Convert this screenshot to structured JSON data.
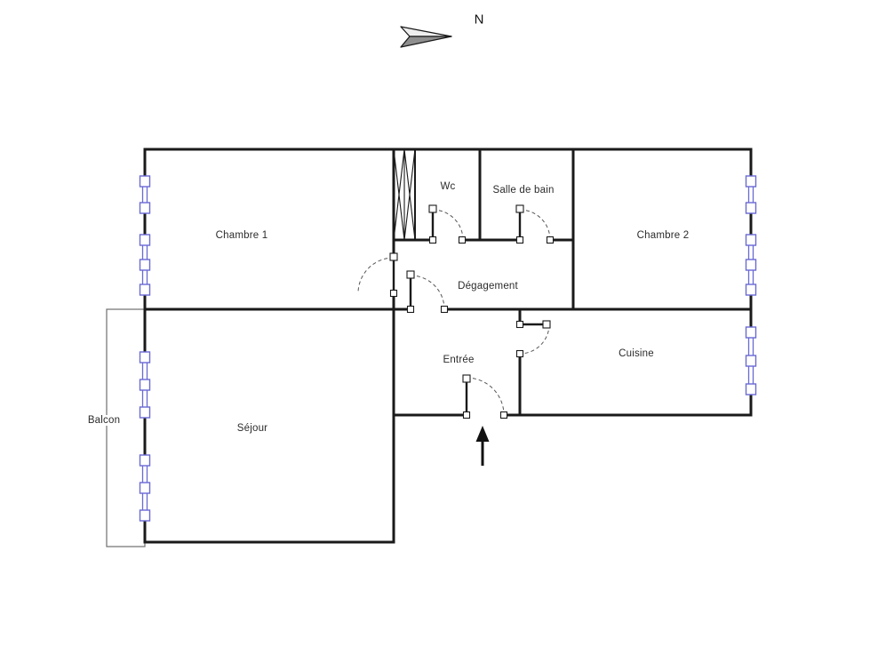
{
  "north_indicator": {
    "label": "N"
  },
  "rooms": {
    "chambre1": {
      "label": "Chambre 1"
    },
    "wc": {
      "label": "Wc"
    },
    "salle_de_bain": {
      "label": "Salle de bain"
    },
    "chambre2": {
      "label": "Chambre 2"
    },
    "degagement": {
      "label": "Dégagement"
    },
    "entree": {
      "label": "Entrée"
    },
    "cuisine": {
      "label": "Cuisine"
    },
    "sejour": {
      "label": "Séjour"
    },
    "balcon": {
      "label": "Balcon"
    }
  },
  "colors": {
    "wall": "#1a1a1a",
    "window_frame": "#6a6ad4",
    "balcony_outline": "#6e6e6e",
    "arc": "#555555",
    "label_text": "#2b2b2b",
    "background": "#ffffff"
  }
}
